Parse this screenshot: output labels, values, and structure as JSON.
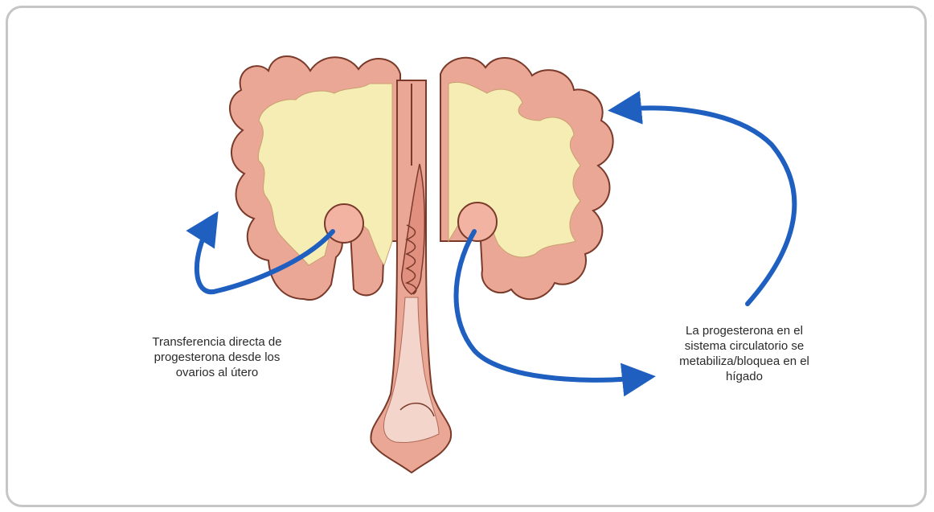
{
  "labels": {
    "left": [
      "Transferencia directa de",
      "progesterona desde los",
      "ovarios al útero"
    ],
    "right": [
      "La progesterona en el",
      "sistema circulatorio se",
      "metabiliza/bloquea en el",
      "hígado"
    ]
  },
  "colors": {
    "arrow": "#1f5fbf",
    "tissue": "#eaa795",
    "tissue_outline": "#7a3a2a",
    "stroma": "#f6edb5",
    "ovary": "#f2b3a3",
    "frame_border": "#c6c6c6"
  }
}
